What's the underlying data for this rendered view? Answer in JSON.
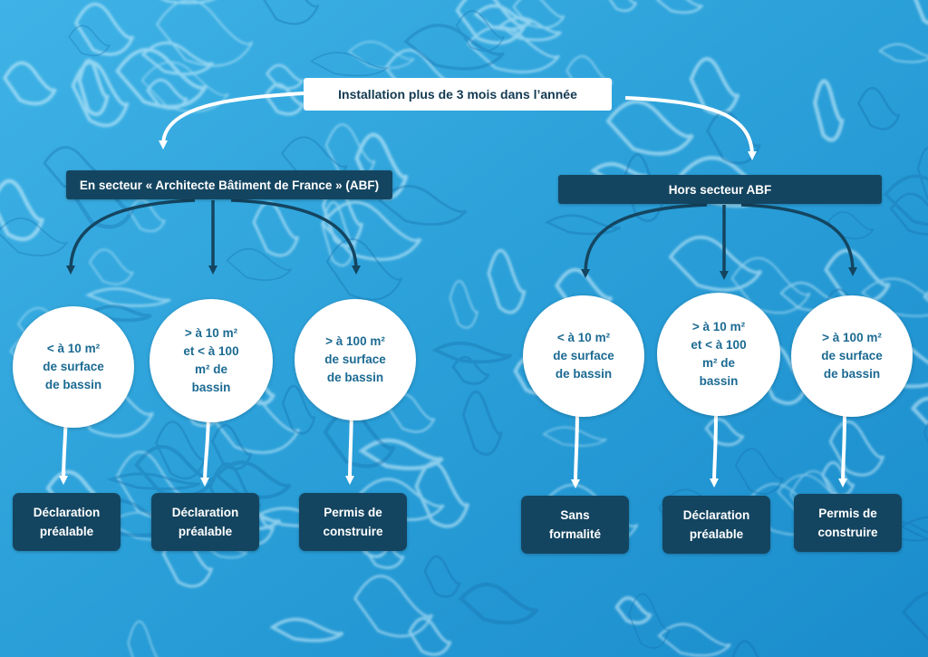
{
  "title": "Installation plus de 3 mois dans l’année",
  "categories": [
    {
      "label": "En secteur « Architecte Bâtiment de France » (ABF)",
      "branches": [
        {
          "condition": "< à 10 m²\nde surface\nde bassin",
          "result": "Déclaration\npréalable"
        },
        {
          "condition": "> à 10 m²\net < à 100\nm² de\nbassin",
          "result": "Déclaration\npréalable"
        },
        {
          "condition": "> à 100 m²\nde surface\nde bassin",
          "result": "Permis de\nconstruire"
        }
      ]
    },
    {
      "label": "Hors secteur ABF",
      "branches": [
        {
          "condition": "< à 10 m²\nde surface\nde bassin",
          "result": "Sans\nformalité"
        },
        {
          "condition": "> à 10 m²\net < à 100\nm² de\nbassin",
          "result": "Déclaration\npréalable"
        },
        {
          "condition": "> à 100 m²\nde surface\nde bassin",
          "result": "Permis de\nconstruire"
        }
      ]
    }
  ],
  "colors": {
    "water_light": "#5fc8ec",
    "water_dark": "#1683c2",
    "box_dark": "#144560",
    "circle_text": "#1c6a92"
  }
}
